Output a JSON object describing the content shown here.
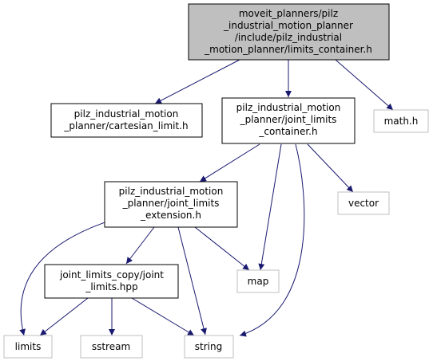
{
  "colors": {
    "edge": "#191970",
    "root_fill": "#bfbfbf",
    "node_border": "#000000",
    "external_border": "#bfbfbf",
    "background": "#ffffff"
  },
  "nodes": {
    "root": {
      "lines": [
        "moveit_planners/pilz",
        "_industrial_motion_planner",
        "/include/pilz_industrial",
        "_motion_planner/limits_container.h"
      ]
    },
    "cartesian_limit": {
      "lines": [
        "pilz_industrial_motion",
        "_planner/cartesian_limit.h"
      ]
    },
    "joint_limits_container": {
      "lines": [
        "pilz_industrial_motion",
        "_planner/joint_limits",
        "_container.h"
      ]
    },
    "math_h": {
      "lines": [
        "math.h"
      ]
    },
    "joint_limits_extension": {
      "lines": [
        "pilz_industrial_motion",
        "_planner/joint_limits",
        "_extension.h"
      ]
    },
    "vector": {
      "lines": [
        "vector"
      ]
    },
    "joint_limits_hpp": {
      "lines": [
        "joint_limits_copy/joint",
        "_limits.hpp"
      ]
    },
    "map": {
      "lines": [
        "map"
      ]
    },
    "limits": {
      "lines": [
        "limits"
      ]
    },
    "sstream": {
      "lines": [
        "sstream"
      ]
    },
    "string": {
      "lines": [
        "string"
      ]
    }
  }
}
